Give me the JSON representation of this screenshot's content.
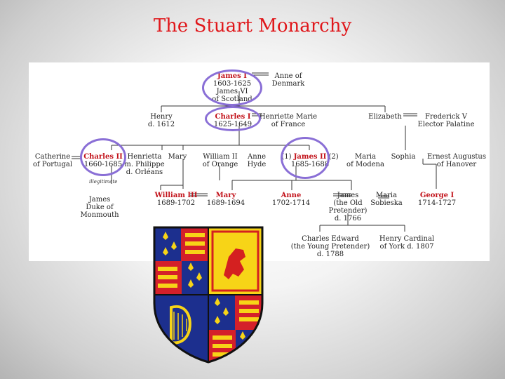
{
  "slide_title": "The Stuart Monarchy",
  "people": {
    "james_i": {
      "name": "James I",
      "l2": "1603-1625",
      "l3": "James VI",
      "l4": "of Scotland"
    },
    "anne_denmark": {
      "name": "Anne of",
      "l2": "Denmark"
    },
    "henry": {
      "name": "Henry",
      "l2": "d. 1612"
    },
    "charles_i": {
      "name": "Charles I",
      "l2": "1625-1649"
    },
    "henrietta_maria": {
      "name": "Henriette Marie",
      "l2": "of France"
    },
    "elizabeth": {
      "name": "Elizabeth"
    },
    "frederick_v": {
      "name": "Frederick V",
      "l2": "Elector Palatine"
    },
    "catherine": {
      "name": "Catherine",
      "l2": "of Portugal"
    },
    "charles_ii": {
      "name": "Charles II",
      "l2": "1660-1685"
    },
    "henrietta": {
      "name": "Henrietta",
      "l2": "m. Philippe",
      "l3": "d. Orléans"
    },
    "mary": {
      "name": "Mary"
    },
    "william_ii": {
      "name": "William II",
      "l2": "of Orange"
    },
    "anne_hyde": {
      "name": "Anne",
      "l2": "Hyde"
    },
    "james_ii": {
      "prefix": "(1)",
      "name": "James II",
      "suffix": "(2)",
      "l2": "1685-1688"
    },
    "maria_modena": {
      "name": "Maria",
      "l2": "of Modena"
    },
    "sophia": {
      "name": "Sophia"
    },
    "ernest_augustus": {
      "name": "Ernest Augustus",
      "l2": "of Hanover"
    },
    "illegitimate": "illegitimate",
    "james_monmouth": {
      "name": "James",
      "l2": "Duke of",
      "l3": "Monmouth"
    },
    "william_iii": {
      "name": "William III",
      "l2": "1689-1702"
    },
    "mary_ii": {
      "name": "Mary",
      "l2": "1689-1694"
    },
    "anne": {
      "name": "Anne",
      "l2": "1702-1714"
    },
    "james_old_pretender": {
      "name": "James",
      "l2": "(the Old",
      "l3": "Pretender)",
      "l4": "d. 1766"
    },
    "maria_sobieska": {
      "name": "Maria",
      "l2": "Sobieska"
    },
    "george_i": {
      "name": "George I",
      "l2": "1714-1727"
    },
    "charles_edward": {
      "name": "Charles Edward",
      "l2": "(the Young Pretender)",
      "l3": "d. 1788"
    },
    "henry_cardinal": {
      "name": "Henry Cardinal",
      "l2": "of York d. 1807"
    }
  },
  "colors": {
    "title": "#e0161a",
    "monarch": "#c2121a",
    "highlight_ring": "#8a6fd6",
    "crest_red": "#d4202a",
    "crest_blue": "#1c2f8e",
    "crest_gold": "#f7d417",
    "crest_lion_red": "#d42020"
  },
  "icons": [
    "royal-coat-of-arms-icon"
  ]
}
